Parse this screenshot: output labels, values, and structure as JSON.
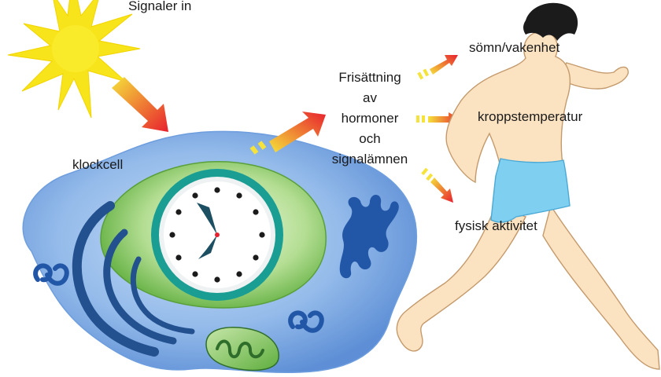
{
  "labels": {
    "signals_in": "Signaler in",
    "clock_cell": "klockcell",
    "release_lines": [
      "Frisättning",
      "av",
      "hormoner",
      "och",
      "signalämnen"
    ],
    "sleep_wake": "sömn/vakenhet",
    "body_temperature": "kroppstemperatur",
    "physical_activity": "fysisk aktivitet"
  },
  "icons": {
    "sun": "sun-icon",
    "clock": "clock-icon",
    "mitochondrion": "mitochondrion-icon",
    "runner": "runner-figure"
  },
  "colors": {
    "sun": "#f7e41a",
    "arrow_start": "#f5e23a",
    "arrow_end": "#e8202e",
    "cell": "#8fb6e8",
    "nucleus": "#7cc35a",
    "clock_ring": "#1a9e94",
    "organelle": "#2256a6",
    "skin": "#fbe3c2",
    "shorts": "#7fcff0"
  }
}
